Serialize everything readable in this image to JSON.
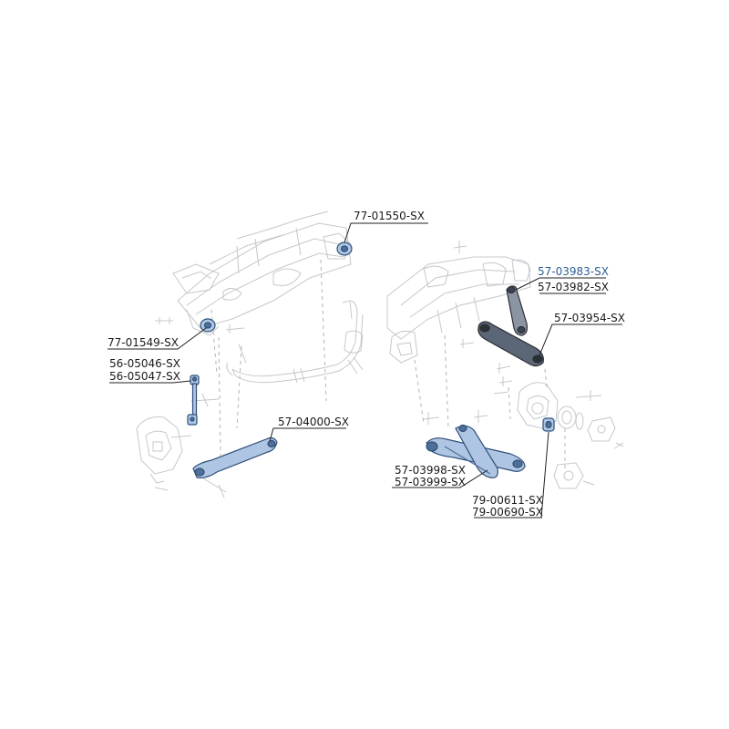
{
  "labels": {
    "l_77_01550": "77-01550-SX",
    "l_77_01549": "77-01549-SX",
    "l_56_05046": "56-05046-SX",
    "l_56_05047": "56-05047-SX",
    "l_57_04000": "57-04000-SX",
    "l_57_03983": "57-03983-SX",
    "l_57_03982": "57-03982-SX",
    "l_57_03954": "57-03954-SX",
    "l_57_03998": "57-03998-SX",
    "l_57_03999": "57-03999-SX",
    "l_79_00611": "79-00611-SX",
    "l_79_00690": "79-00690-SX"
  },
  "colors": {
    "line_art": "#c4c8cc",
    "highlight_fill": "#aec6e3",
    "highlight_stroke": "#2f4f7a",
    "leader": "#222222",
    "highlight_label": "#2f5f93"
  }
}
